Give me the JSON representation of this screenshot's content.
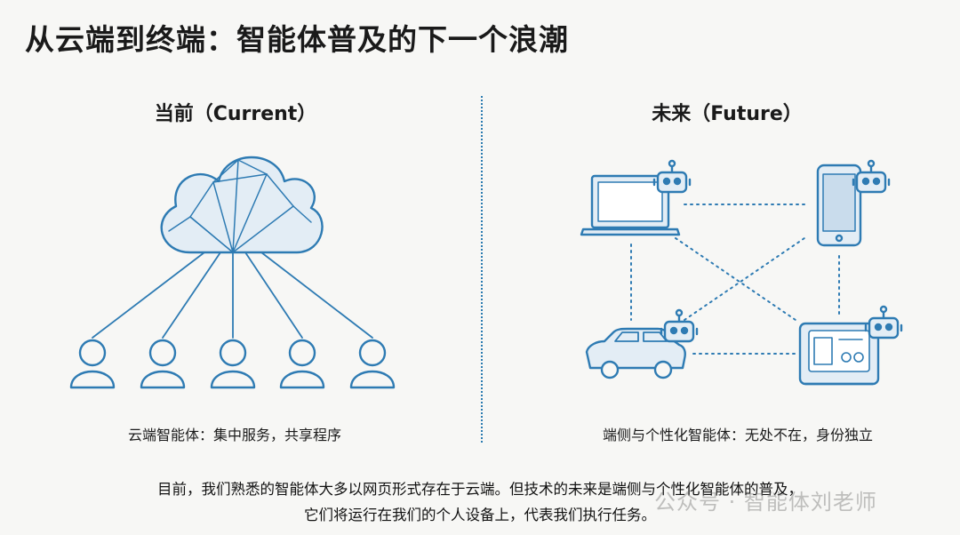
{
  "title": "从云端到终端：智能体普及的下一个浪潮",
  "left": {
    "heading": "当前（Current）",
    "caption": "云端智能体：集中服务，共享程序"
  },
  "right": {
    "heading": "未来（Future）",
    "caption": "端侧与个性化智能体：无处不在，身份独立"
  },
  "footer": {
    "line1": "目前，我们熟悉的智能体大多以网页形式存在于云端。但技术的未来是端侧与个性化智能体的普及，",
    "line2": "它们将运行在我们的个人设备上，代表我们执行任务。"
  },
  "watermark": "公众号 · 智能体刘老师",
  "colors": {
    "stroke": "#2e7bb3",
    "fill": "#e3edf5",
    "screen": "#c9dcec"
  }
}
